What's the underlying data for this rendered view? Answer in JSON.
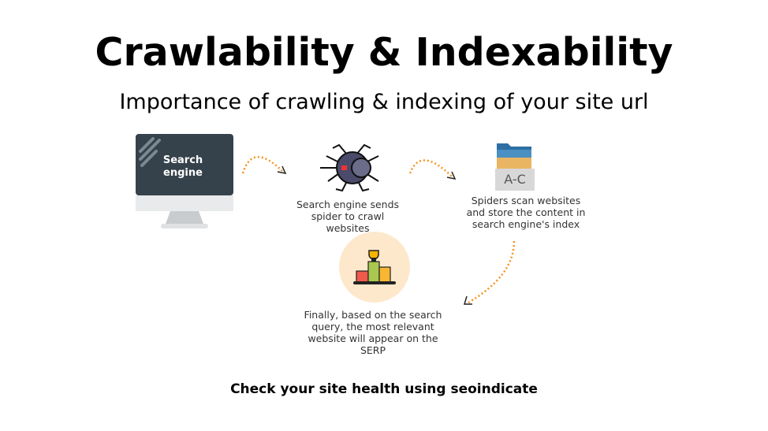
{
  "title": "Crawlability & Indexability",
  "subtitle": "Importance of crawling & indexing of your site url",
  "steps": [
    {
      "icon": "monitor-icon",
      "label": "Search engine"
    },
    {
      "icon": "spider-icon",
      "caption": "Search engine sends spider to crawl websites"
    },
    {
      "icon": "folder-index-icon",
      "label": "A-C",
      "caption": "Spiders scan websites and store the content in search engine's index"
    },
    {
      "icon": "trophy-podium-icon",
      "caption": "Finally, based on the search query, the most relevant website will appear on the SERP"
    }
  ],
  "footer": "Check your site health using seoindicate",
  "colors": {
    "arrow": "#f7931e",
    "monitor": "#36424b",
    "circle": "#fde8cc"
  }
}
